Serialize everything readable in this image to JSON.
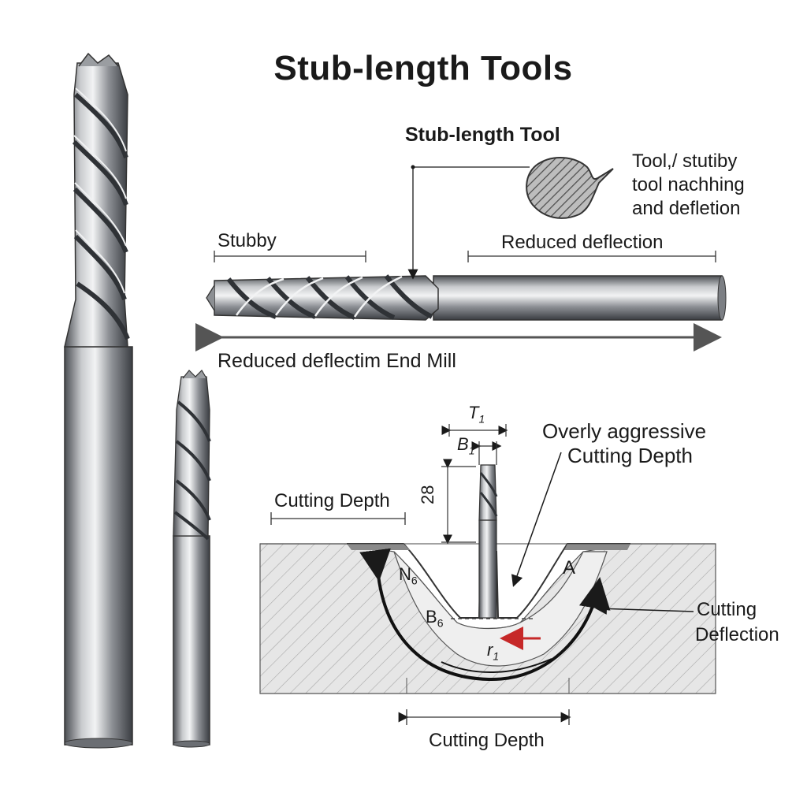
{
  "title": "Stub-length Tools",
  "tool_label": "Stub-length Tool",
  "tool_note": [
    "Tool,/ stutiby",
    "tool nachhing",
    "and defletion"
  ],
  "stubby_label": "Stubby",
  "reduced_deflection_label": "Reduced deflection",
  "end_mill_label": "Reduced deflectim End Mill",
  "dimensions": {
    "t1": "T1",
    "b1": "B1",
    "height": "28"
  },
  "overly_aggressive": [
    "Overly aggressive",
    "Cutting Depth"
  ],
  "cutting_depth_left": "Cutting Depth",
  "cutting_depth_bottom": "Cutting Depth",
  "point_labels": {
    "n6": "N6",
    "b6": "B6",
    "r1": "r1",
    "a": "A"
  },
  "cutting_deflection": [
    "Cutting",
    "Deflection"
  ],
  "colors": {
    "steel_dark": "#3a3d42",
    "steel_light": "#d9dbde",
    "workpiece": "#e4e4e4",
    "arrow_red": "#c62828"
  }
}
